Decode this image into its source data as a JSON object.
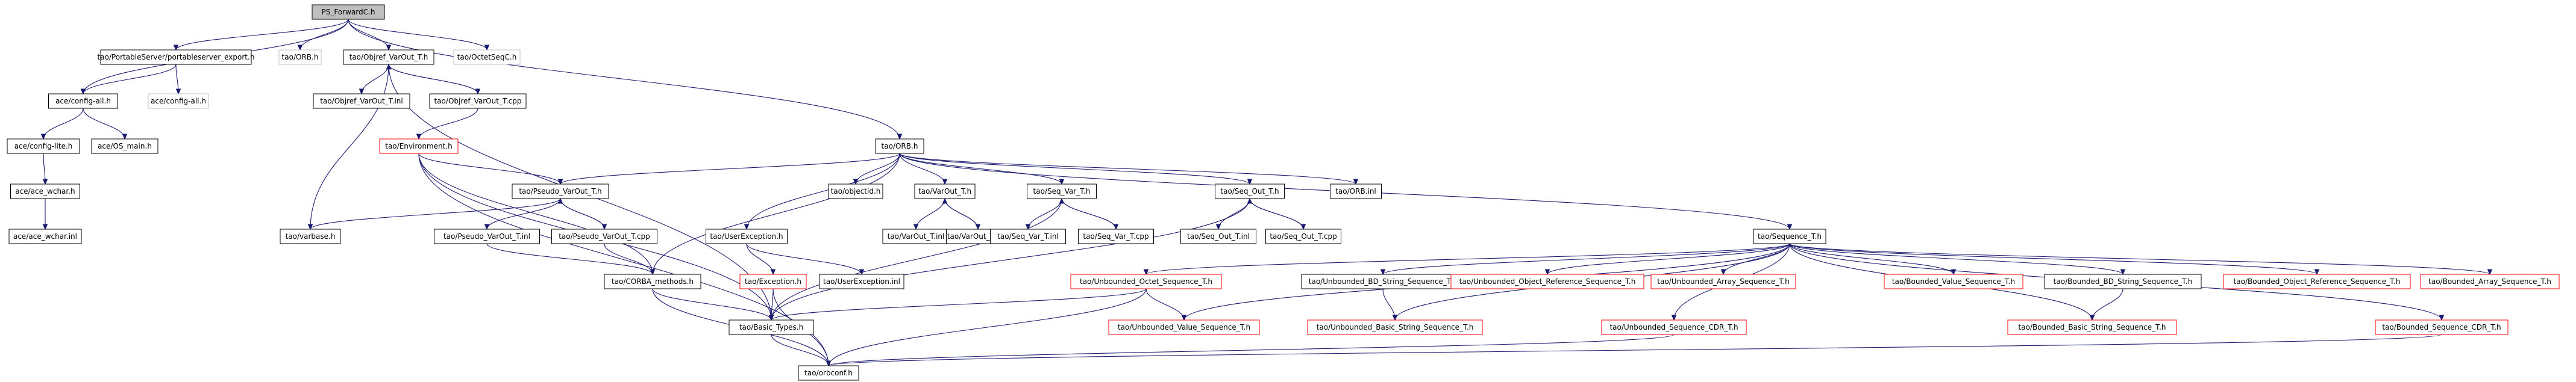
{
  "title": "PS_ForwardC.h",
  "colors": {
    "root_fill": "#bfbfbf",
    "node_border": "#000000",
    "truncated_border": "#ff0000",
    "missing_border": "#c0c0c0",
    "edge": "#191970"
  },
  "nodes": [
    {
      "id": "ps_forwardc",
      "label": "PS_ForwardC.h",
      "style": "root"
    },
    {
      "id": "pss_export",
      "label": "tao/PortableServer/portableserver_export.h",
      "style": "normal"
    },
    {
      "id": "orb_h1",
      "label": "tao/ORB.h",
      "style": "missing"
    },
    {
      "id": "objref_varout",
      "label": "tao/Objref_VarOut_T.h",
      "style": "normal"
    },
    {
      "id": "octetseqc",
      "label": "tao/OctetSeqC.h",
      "style": "missing"
    },
    {
      "id": "ace_config_all",
      "label": "ace/config-all.h",
      "style": "normal"
    },
    {
      "id": "ace_config_all2",
      "label": "ace/config-all.h",
      "style": "missing"
    },
    {
      "id": "objref_varout_inl",
      "label": "tao/Objref_VarOut_T.inl",
      "style": "normal"
    },
    {
      "id": "objref_varout_cpp",
      "label": "tao/Objref_VarOut_T.cpp",
      "style": "normal"
    },
    {
      "id": "ace_config_lite",
      "label": "ace/config-lite.h",
      "style": "normal"
    },
    {
      "id": "ace_os_main",
      "label": "ace/OS_main.h",
      "style": "normal"
    },
    {
      "id": "ace_wchar",
      "label": "ace/ace_wchar.h",
      "style": "normal"
    },
    {
      "id": "ace_wchar_inl",
      "label": "ace/ace_wchar.inl",
      "style": "normal"
    },
    {
      "id": "environment",
      "label": "tao/Environment.h",
      "style": "truncated"
    },
    {
      "id": "orb_h",
      "label": "tao/ORB.h",
      "style": "normal"
    },
    {
      "id": "pseudo_varout",
      "label": "tao/Pseudo_VarOut_T.h",
      "style": "normal"
    },
    {
      "id": "varbase",
      "label": "tao/varbase.h",
      "style": "normal"
    },
    {
      "id": "pseudo_varout_inl",
      "label": "tao/Pseudo_VarOut_T.inl",
      "style": "normal"
    },
    {
      "id": "pseudo_varout_cpp",
      "label": "tao/Pseudo_VarOut_T.cpp",
      "style": "normal"
    },
    {
      "id": "corba_methods",
      "label": "tao/CORBA_methods.h",
      "style": "normal"
    },
    {
      "id": "basic_types",
      "label": "tao/Basic_Types.h",
      "style": "normal"
    },
    {
      "id": "orbconf",
      "label": "tao/orbconf.h",
      "style": "normal"
    },
    {
      "id": "userexception",
      "label": "tao/UserException.h",
      "style": "normal"
    },
    {
      "id": "objectid",
      "label": "tao/objectid.h",
      "style": "normal"
    },
    {
      "id": "varout_t",
      "label": "tao/VarOut_T.h",
      "style": "normal"
    },
    {
      "id": "seq_var_t",
      "label": "tao/Seq_Var_T.h",
      "style": "normal"
    },
    {
      "id": "seq_out_t",
      "label": "tao/Seq_Out_T.h",
      "style": "normal"
    },
    {
      "id": "orb_inl",
      "label": "tao/ORB.inl",
      "style": "normal"
    },
    {
      "id": "exception",
      "label": "tao/Exception.h",
      "style": "truncated"
    },
    {
      "id": "userexception_inl",
      "label": "tao/UserException.inl",
      "style": "normal"
    },
    {
      "id": "varout_inl",
      "label": "tao/VarOut_T.inl",
      "style": "normal"
    },
    {
      "id": "varout_cpp",
      "label": "tao/VarOut_T.cpp",
      "style": "normal"
    },
    {
      "id": "seq_var_inl",
      "label": "tao/Seq_Var_T.inl",
      "style": "normal"
    },
    {
      "id": "seq_var_cpp",
      "label": "tao/Seq_Var_T.cpp",
      "style": "normal"
    },
    {
      "id": "seq_out_inl",
      "label": "tao/Seq_Out_T.inl",
      "style": "normal"
    },
    {
      "id": "seq_out_cpp",
      "label": "tao/Seq_Out_T.cpp",
      "style": "normal"
    },
    {
      "id": "sequence_t",
      "label": "tao/Sequence_T.h",
      "style": "normal"
    },
    {
      "id": "unb_octet",
      "label": "tao/Unbounded_Octet_Sequence_T.h",
      "style": "truncated"
    },
    {
      "id": "unb_bd_string",
      "label": "tao/Unbounded_BD_String_Sequence_T.h",
      "style": "normal"
    },
    {
      "id": "unb_objref",
      "label": "tao/Unbounded_Object_Reference_Sequence_T.h",
      "style": "truncated"
    },
    {
      "id": "unb_array",
      "label": "tao/Unbounded_Array_Sequence_T.h",
      "style": "truncated"
    },
    {
      "id": "bnd_value",
      "label": "tao/Bounded_Value_Sequence_T.h",
      "style": "truncated"
    },
    {
      "id": "bnd_bd_string",
      "label": "tao/Bounded_BD_String_Sequence_T.h",
      "style": "normal"
    },
    {
      "id": "bnd_objref",
      "label": "tao/Bounded_Object_Reference_Sequence_T.h",
      "style": "truncated"
    },
    {
      "id": "bnd_array",
      "label": "tao/Bounded_Array_Sequence_T.h",
      "style": "truncated"
    },
    {
      "id": "unb_value",
      "label": "tao/Unbounded_Value_Sequence_T.h",
      "style": "truncated"
    },
    {
      "id": "unb_basic_string",
      "label": "tao/Unbounded_Basic_String_Sequence_T.h",
      "style": "truncated"
    },
    {
      "id": "unb_cdr",
      "label": "tao/Unbounded_Sequence_CDR_T.h",
      "style": "truncated"
    },
    {
      "id": "bnd_basic_string",
      "label": "tao/Bounded_Basic_String_Sequence_T.h",
      "style": "truncated"
    },
    {
      "id": "bnd_cdr",
      "label": "tao/Bounded_Sequence_CDR_T.h",
      "style": "truncated"
    }
  ],
  "edges": [
    [
      "ps_forwardc",
      "pss_export"
    ],
    [
      "ps_forwardc",
      "orb_h1"
    ],
    [
      "ps_forwardc",
      "objref_varout"
    ],
    [
      "ps_forwardc",
      "octetseqc"
    ],
    [
      "ps_forwardc",
      "ace_config_all"
    ],
    [
      "ps_forwardc",
      "orb_h"
    ],
    [
      "pss_export",
      "ace_config_all"
    ],
    [
      "pss_export",
      "ace_config_all2"
    ],
    [
      "objref_varout",
      "objref_varout_inl"
    ],
    [
      "objref_varout",
      "objref_varout_cpp"
    ],
    [
      "objref_varout",
      "varbase"
    ],
    [
      "objref_varout",
      "basic_types"
    ],
    [
      "objref_varout_cpp",
      "objref_varout"
    ],
    [
      "objref_varout_cpp",
      "environment"
    ],
    [
      "ace_config_all",
      "ace_config_lite"
    ],
    [
      "ace_config_all",
      "ace_os_main"
    ],
    [
      "ace_config_lite",
      "ace_wchar"
    ],
    [
      "ace_wchar",
      "ace_wchar_inl"
    ],
    [
      "environment",
      "pseudo_varout"
    ],
    [
      "environment",
      "corba_methods"
    ],
    [
      "environment",
      "basic_types"
    ],
    [
      "environment",
      "orbconf"
    ],
    [
      "orb_h",
      "pseudo_varout"
    ],
    [
      "orb_h",
      "corba_methods"
    ],
    [
      "orb_h",
      "userexception"
    ],
    [
      "orb_h",
      "objectid"
    ],
    [
      "orb_h",
      "varout_t"
    ],
    [
      "orb_h",
      "seq_var_t"
    ],
    [
      "orb_h",
      "seq_out_t"
    ],
    [
      "orb_h",
      "orb_inl"
    ],
    [
      "orb_h",
      "sequence_t"
    ],
    [
      "pseudo_varout",
      "varbase"
    ],
    [
      "pseudo_varout",
      "pseudo_varout_inl"
    ],
    [
      "pseudo_varout",
      "pseudo_varout_cpp"
    ],
    [
      "pseudo_varout_cpp",
      "pseudo_varout"
    ],
    [
      "pseudo_varout_cpp",
      "corba_methods"
    ],
    [
      "pseudo_varout_inl",
      "corba_methods"
    ],
    [
      "corba_methods",
      "basic_types"
    ],
    [
      "corba_methods",
      "orbconf"
    ],
    [
      "userexception",
      "exception"
    ],
    [
      "userexception",
      "userexception_inl"
    ],
    [
      "exception",
      "basic_types"
    ],
    [
      "exception",
      "orbconf"
    ],
    [
      "basic_types",
      "orbconf"
    ],
    [
      "varout_t",
      "varout_inl"
    ],
    [
      "varout_t",
      "varout_cpp"
    ],
    [
      "varout_cpp",
      "varout_t"
    ],
    [
      "seq_var_t",
      "seq_var_inl"
    ],
    [
      "seq_var_t",
      "seq_var_cpp"
    ],
    [
      "seq_var_cpp",
      "seq_var_t"
    ],
    [
      "seq_var_t",
      "basic_types"
    ],
    [
      "seq_out_t",
      "seq_out_inl"
    ],
    [
      "seq_out_t",
      "seq_out_cpp"
    ],
    [
      "seq_out_cpp",
      "seq_out_t"
    ],
    [
      "seq_out_t",
      "basic_types"
    ],
    [
      "sequence_t",
      "unb_octet"
    ],
    [
      "sequence_t",
      "unb_bd_string"
    ],
    [
      "sequence_t",
      "unb_objref"
    ],
    [
      "sequence_t",
      "unb_array"
    ],
    [
      "sequence_t",
      "bnd_value"
    ],
    [
      "sequence_t",
      "bnd_bd_string"
    ],
    [
      "sequence_t",
      "bnd_objref"
    ],
    [
      "sequence_t",
      "bnd_array"
    ],
    [
      "sequence_t",
      "unb_value"
    ],
    [
      "sequence_t",
      "unb_basic_string"
    ],
    [
      "sequence_t",
      "unb_cdr"
    ],
    [
      "sequence_t",
      "bnd_basic_string"
    ],
    [
      "sequence_t",
      "bnd_cdr"
    ],
    [
      "unb_octet",
      "unb_value"
    ],
    [
      "unb_octet",
      "basic_types"
    ],
    [
      "unb_octet",
      "orbconf"
    ],
    [
      "unb_bd_string",
      "unb_basic_string"
    ],
    [
      "bnd_bd_string",
      "bnd_basic_string"
    ],
    [
      "unb_cdr",
      "orbconf"
    ],
    [
      "bnd_cdr",
      "orbconf"
    ]
  ]
}
